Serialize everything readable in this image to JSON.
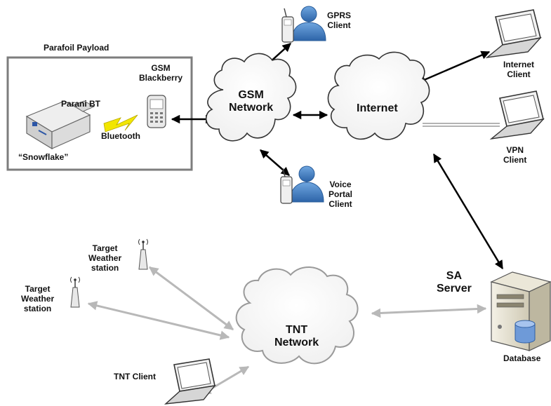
{
  "payload": {
    "title": "Parafoil Payload",
    "gsm_line1": "GSM",
    "gsm_line2": "Blackberry",
    "parani": "Parani BT",
    "bluetooth": "Bluetooth",
    "snowflake": "“Snowflake”"
  },
  "gsm_network": {
    "line1": "GSM",
    "line2": "Network"
  },
  "internet": {
    "label": "Internet"
  },
  "tnt_network": {
    "line1": "TNT",
    "line2": "Network"
  },
  "gprs_client": {
    "line1": "GPRS",
    "line2": "Client"
  },
  "voice_portal_client": {
    "line1": "Voice",
    "line2": "Portal",
    "line3": "Client"
  },
  "internet_client": {
    "line1": "Internet",
    "line2": "Client"
  },
  "vpn_client": {
    "line1": "VPN",
    "line2": "Client"
  },
  "sa_server": {
    "line1": "SA",
    "line2": "Server",
    "database": "Database"
  },
  "weather_station_1": {
    "line1": "Target",
    "line2": "Weather",
    "line3": "station"
  },
  "weather_station_2": {
    "line1": "Target",
    "line2": "Weather",
    "line3": "station"
  },
  "tnt_client": {
    "label": "TNT Client"
  },
  "colors": {
    "black_link": "#000000",
    "gray_link": "#bbbbbb",
    "person": "#3f7ec7",
    "bolt": "#f2e600"
  }
}
